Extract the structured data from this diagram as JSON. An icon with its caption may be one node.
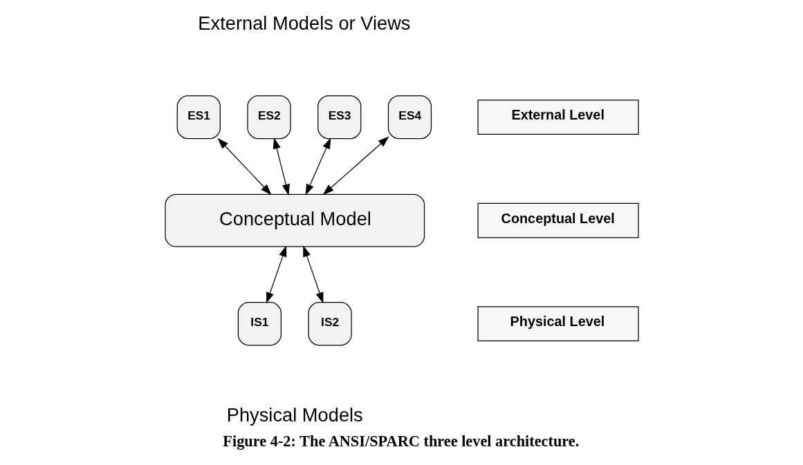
{
  "diagram": {
    "caption": "Figure 4-2: The ANSI/SPARC three level architecture.",
    "nodes": [
      {
        "text": [
          "ES1"
        ]
      },
      {
        "text": [
          "ES2"
        ]
      },
      {
        "text": [
          "ES3"
        ]
      },
      {
        "text": [
          "ES4"
        ]
      },
      {
        "text": [
          "External Level"
        ]
      },
      {
        "text": [
          "Conceptual Model"
        ]
      },
      {
        "text": [
          "Conceptual Level"
        ]
      },
      {
        "text": [
          "IS1"
        ]
      },
      {
        "text": [
          "IS2"
        ]
      },
      {
        "text": [
          "Physical Level"
        ]
      }
    ],
    "edges": [
      {
        "from": 0,
        "to": 5,
        "arrow": "both"
      },
      {
        "from": 1,
        "to": 5,
        "arrow": "both"
      },
      {
        "from": 2,
        "to": 5,
        "arrow": "both"
      },
      {
        "from": 3,
        "to": 5,
        "arrow": "both"
      },
      {
        "from": 5,
        "to": 7,
        "arrow": "both"
      },
      {
        "from": 5,
        "to": 8,
        "arrow": "both"
      }
    ],
    "labels": [
      "External Models or Views",
      "Physical Models"
    ]
  }
}
